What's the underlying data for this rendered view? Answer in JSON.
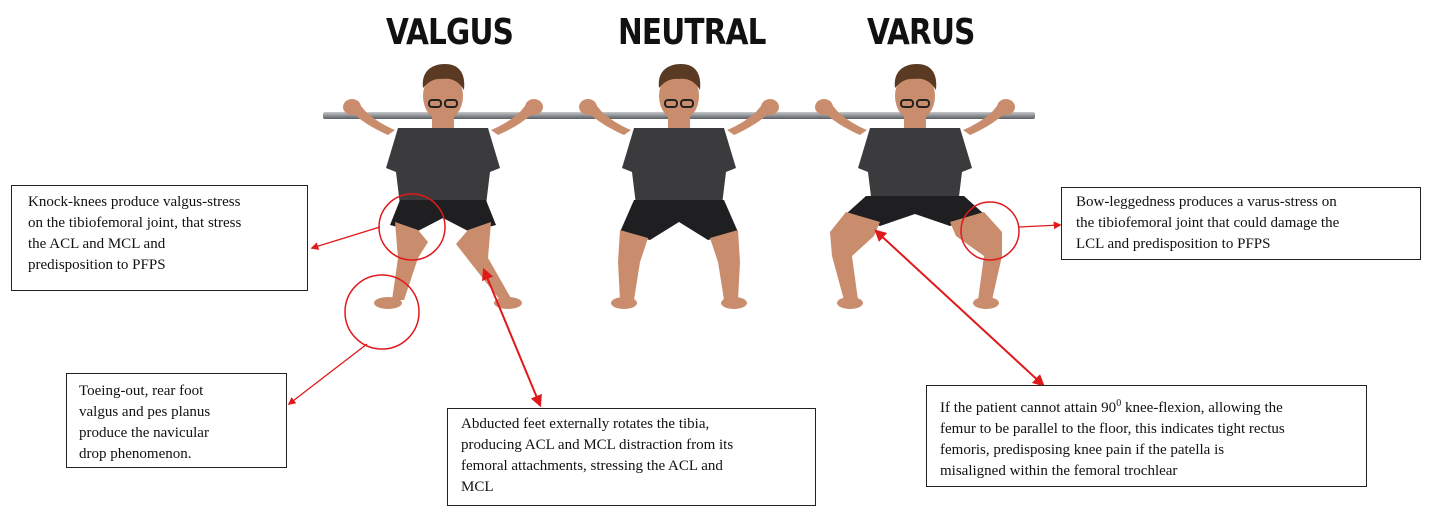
{
  "headings": {
    "valgus": "VALGUS",
    "neutral": "NEUTRAL",
    "varus": "VARUS"
  },
  "callouts": {
    "knock_knees": {
      "lines": [
        "Knock-knees produce valgus-stress",
        "on the tibiofemoral joint, that stress",
        "the ACL and MCL and",
        "predisposition to PFPS"
      ]
    },
    "toeing_out": {
      "lines": [
        "Toeing-out, rear foot",
        "valgus and pes planus",
        "produce the navicular",
        "drop phenomenon."
      ]
    },
    "abducted_feet": {
      "lines": [
        "Abducted feet externally rotates the tibia,",
        "producing ACL and MCL distraction from its",
        "femoral attachments, stressing the ACL and",
        "MCL"
      ]
    },
    "bow_legged": {
      "lines": [
        "Bow-leggedness produces a varus-stress  on",
        "the tibiofemoral joint that could damage the",
        "LCL and predisposition to PFPS"
      ]
    },
    "knee_flexion": {
      "line1_before": "If the patient cannot attain 90",
      "line1_sup": "0",
      "line1_after": " knee-flexion, allowing the",
      "lines": [
        "femur to be parallel  to the floor, this indicates tight rectus",
        "femoris, predisposing knee pain if the patella is",
        "misaligned  within the femoral trochlear"
      ]
    }
  },
  "colors": {
    "annotation_red": "#e0191b",
    "shirt": "#3b3b3d",
    "shorts": "#1f1f21",
    "skin": "#c98d6d",
    "hair": "#5a3a22",
    "bar": "#8f9296"
  }
}
